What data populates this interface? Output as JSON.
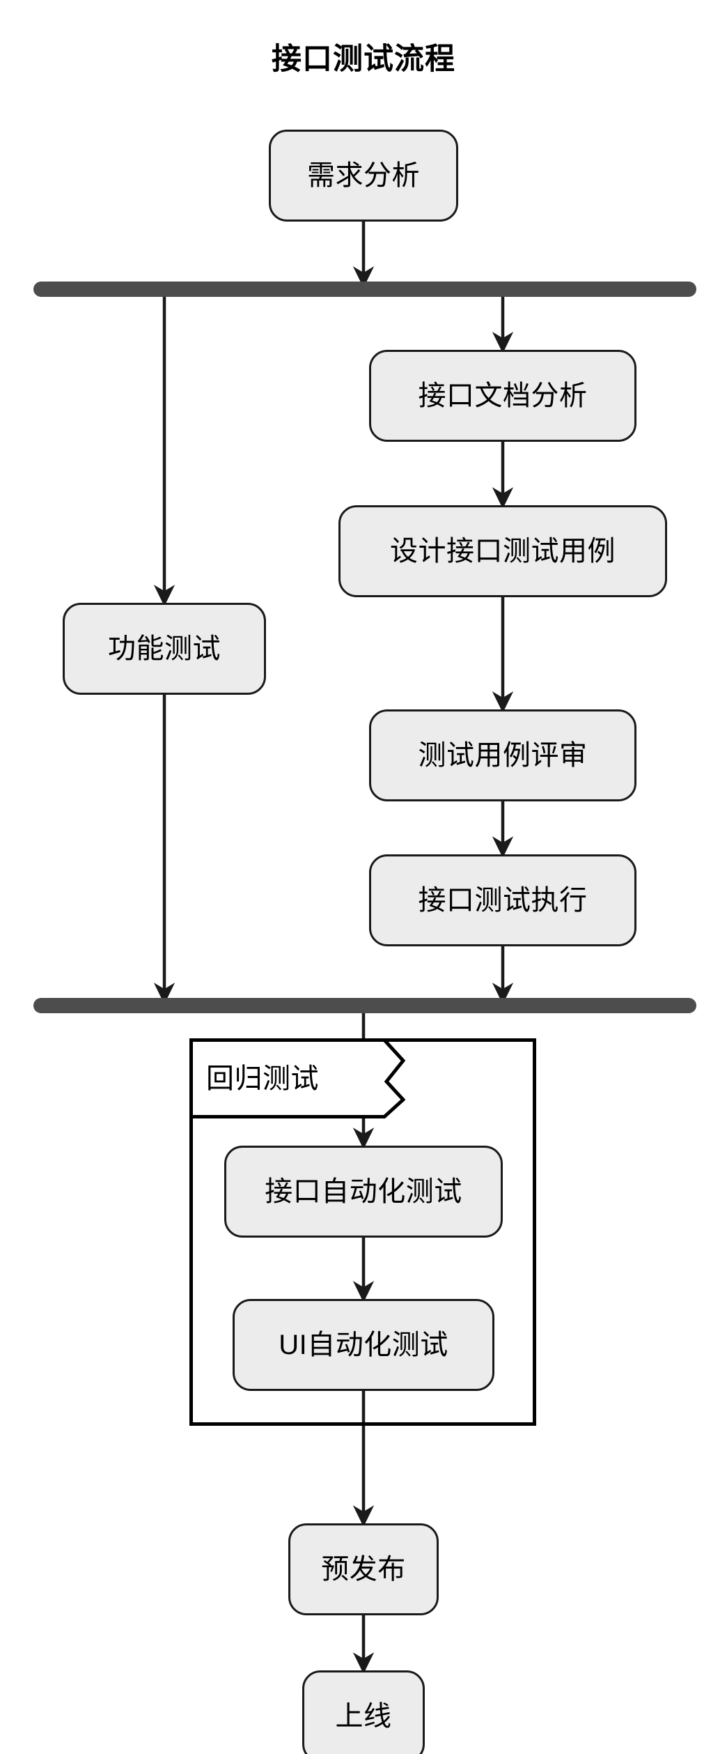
{
  "diagram": {
    "title": "接口测试流程",
    "type": "flowchart",
    "orientation": "top-to-bottom",
    "colors": {
      "node_fill": "#ececec",
      "node_stroke": "#1a1a1a",
      "bar_fill": "#4d4d4d",
      "edge_stroke": "#1a1a1a",
      "background": "#ffffff",
      "text": "#000000",
      "subgraph_stroke": "#000000"
    }
  },
  "nodes": {
    "requirements_analysis": {
      "label": "需求分析"
    },
    "fork_bar": {
      "label": ""
    },
    "api_doc_analysis": {
      "label": "接口文档分析"
    },
    "design_api_cases": {
      "label": "设计接口测试用例"
    },
    "functional_test": {
      "label": "功能测试"
    },
    "case_review": {
      "label": "测试用例评审"
    },
    "api_test_exec": {
      "label": "接口测试执行"
    },
    "join_bar": {
      "label": ""
    },
    "api_automation": {
      "label": "接口自动化测试"
    },
    "ui_automation": {
      "label": "UI自动化测试"
    },
    "pre_release": {
      "label": "预发布"
    },
    "go_live": {
      "label": "上线"
    }
  },
  "subgraphs": {
    "regression": {
      "label": "回归测试"
    }
  },
  "edges": [
    {
      "from": "requirements_analysis",
      "to": "fork_bar",
      "label": ""
    },
    {
      "from": "fork_bar",
      "to": "functional_test",
      "label": ""
    },
    {
      "from": "fork_bar",
      "to": "api_doc_analysis",
      "label": ""
    },
    {
      "from": "api_doc_analysis",
      "to": "design_api_cases",
      "label": ""
    },
    {
      "from": "design_api_cases",
      "to": "case_review",
      "label": ""
    },
    {
      "from": "case_review",
      "to": "api_test_exec",
      "label": ""
    },
    {
      "from": "functional_test",
      "to": "join_bar",
      "label": ""
    },
    {
      "from": "api_test_exec",
      "to": "join_bar",
      "label": ""
    },
    {
      "from": "join_bar",
      "to": "api_automation",
      "label": ""
    },
    {
      "from": "api_automation",
      "to": "ui_automation",
      "label": ""
    },
    {
      "from": "ui_automation",
      "to": "pre_release",
      "label": ""
    },
    {
      "from": "pre_release",
      "to": "go_live",
      "label": ""
    }
  ]
}
